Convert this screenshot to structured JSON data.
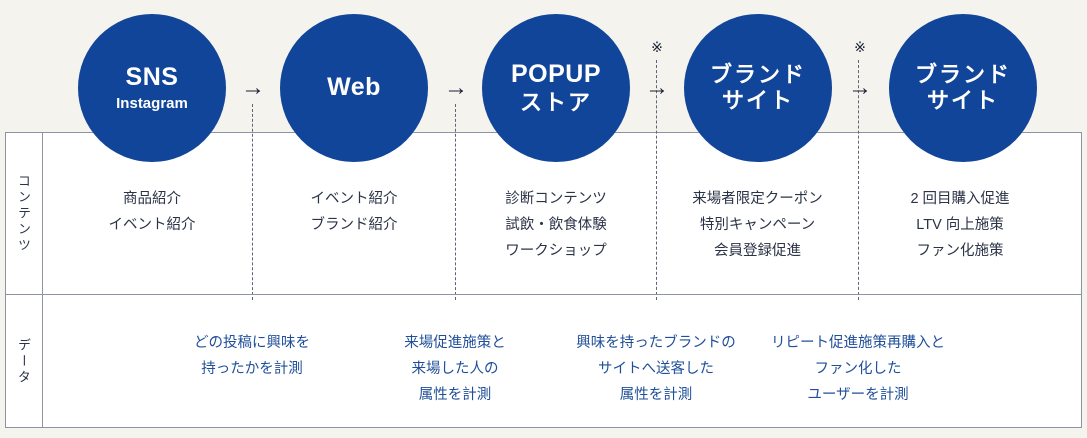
{
  "colors": {
    "background": "#f5f3ee",
    "circle_fill": "#10459a",
    "circle_text": "#ffffff",
    "table_border": "#8d93a3",
    "contents_text": "#2b3347",
    "data_text": "#1f4f99",
    "table_fill": "#ffffff"
  },
  "row_labels": {
    "contents": "コンテンツ",
    "data": "データ"
  },
  "stages": [
    {
      "main": "SNS",
      "sub": "Instagram",
      "main_line2": ""
    },
    {
      "main": "Web",
      "sub": "",
      "main_line2": ""
    },
    {
      "main": "POPUP",
      "sub": "",
      "main_line2": "ストア"
    },
    {
      "main": "ブランド",
      "sub": "",
      "main_line2": "サイト"
    },
    {
      "main": "ブランド",
      "sub": "",
      "main_line2": "サイト"
    }
  ],
  "arrows": [
    {
      "glyph": "→",
      "note": ""
    },
    {
      "glyph": "→",
      "note": ""
    },
    {
      "glyph": "→",
      "note": "※"
    },
    {
      "glyph": "→",
      "note": "※"
    }
  ],
  "contents_cells": [
    {
      "lines": [
        "商品紹介",
        "イベント紹介"
      ]
    },
    {
      "lines": [
        "イベント紹介",
        "ブランド紹介"
      ]
    },
    {
      "lines": [
        "診断コンテンツ",
        "試飲・飲食体験",
        "ワークショップ"
      ]
    },
    {
      "lines": [
        "来場者限定クーポン",
        "特別キャンペーン",
        "会員登録促進"
      ]
    },
    {
      "lines": [
        "2 回目購入促進",
        "LTV 向上施策",
        "ファン化施策"
      ]
    }
  ],
  "data_cells": [
    {
      "lines": [
        "どの投稿に興味を",
        "持ったかを計測"
      ]
    },
    {
      "lines": [
        "来場促進施策と",
        "来場した人の",
        "属性を計測"
      ]
    },
    {
      "lines": [
        "興味を持ったブランドの",
        "サイトへ送客した",
        "属性を計測"
      ]
    },
    {
      "lines": [
        "リピート促進施策再購入と",
        "ファン化した",
        "ユーザーを計測"
      ]
    }
  ]
}
